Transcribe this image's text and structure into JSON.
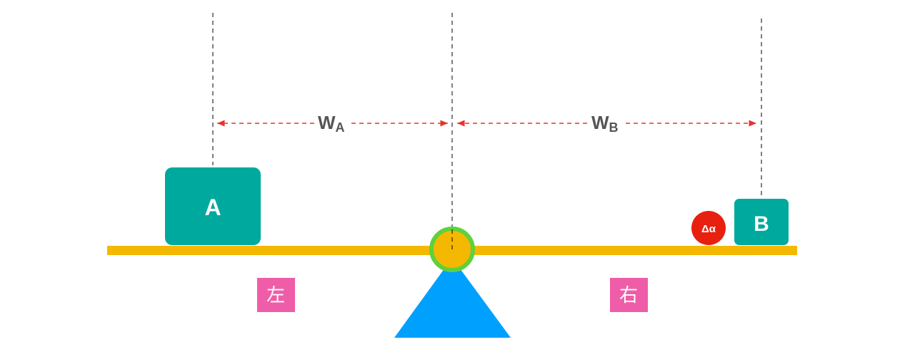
{
  "labels": {
    "box_a": "A",
    "box_b": "B",
    "delta": "Δα",
    "wa_main": "W",
    "wa_sub": "A",
    "wb_main": "W",
    "wb_sub": "B",
    "left": "左",
    "right": "右"
  },
  "colors": {
    "beam": "#f5b800",
    "box": "#00a99d",
    "delta": "#e8200f",
    "pivot_ring": "#5fd13a",
    "fulcrum": "#00a0ff",
    "tag": "#ef5da8",
    "arrow": "#e8332a",
    "text": "#555555"
  }
}
